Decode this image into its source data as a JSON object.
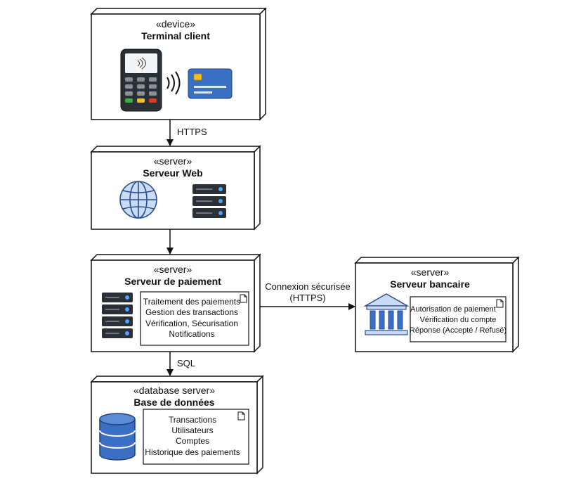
{
  "nodes": {
    "terminal": {
      "stereotype": "«device»",
      "name": "Terminal client"
    },
    "web": {
      "stereotype": "«server»",
      "name": "Serveur Web"
    },
    "paiement": {
      "stereotype": "«server»",
      "name": "Serveur de paiement",
      "artifact": [
        "Traitement des paiements",
        "Gestion des transactions",
        "Vérification, Sécurisation",
        "Notifications"
      ]
    },
    "bancaire": {
      "stereotype": "«server»",
      "name": "Serveur bancaire",
      "artifact": [
        "Autorisation de paiement",
        "Vérification du compte",
        "Réponse (Accepté / Refusé)"
      ]
    },
    "bdd": {
      "stereotype": "«database server»",
      "name": "Base de données",
      "artifact": [
        "Transactions",
        "Utilisateurs",
        "Comptes",
        "Historique des paiements"
      ]
    }
  },
  "connections": {
    "terminal_web": "HTTPS",
    "paiement_bancaire": [
      "Connexion sécurisée",
      "(HTTPS)"
    ],
    "paiement_bdd": "SQL"
  },
  "icons": {
    "terminal": [
      "payment-terminal-icon",
      "contactless-waves-icon",
      "credit-card-icon"
    ],
    "web": [
      "globe-icon",
      "server-rack-icon"
    ],
    "paiement": [
      "server-rack-icon",
      "document-icon"
    ],
    "bancaire": [
      "bank-icon",
      "document-icon"
    ],
    "bdd": [
      "database-icon",
      "document-icon"
    ]
  },
  "colors": {
    "accent_blue": "#3a6fc4",
    "light_blue": "#c9dbf5",
    "dark": "#2b2f36"
  }
}
